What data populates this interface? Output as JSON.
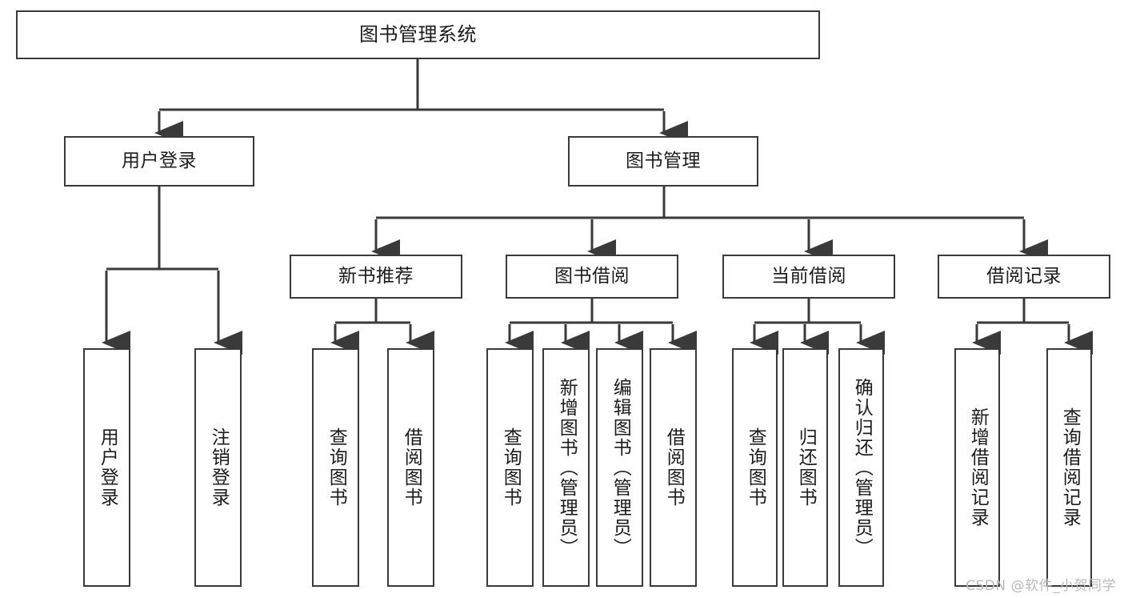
{
  "diagram": {
    "type": "tree",
    "title": "图书管理系统",
    "colors": {
      "box_border": "#3a3a3a",
      "box_fill": "#ffffff",
      "connector": "#3a3a3a",
      "text": "#1c1c1c",
      "watermark": "#b9b9b9",
      "background": "#ffffff"
    },
    "nodes": {
      "root": {
        "label": "图书管理系统"
      },
      "level1": [
        {
          "id": "user-login",
          "label": "用户登录"
        },
        {
          "id": "book-manage",
          "label": "图书管理"
        }
      ],
      "level2": [
        {
          "id": "new-book-rec",
          "label": "新书推荐",
          "parent": "book-manage"
        },
        {
          "id": "book-borrow",
          "label": "图书借阅",
          "parent": "book-manage"
        },
        {
          "id": "current-borrow",
          "label": "当前借阅",
          "parent": "book-manage"
        },
        {
          "id": "borrow-record",
          "label": "借阅记录",
          "parent": "book-manage"
        }
      ],
      "leaves": [
        {
          "id": "leaf-user-login",
          "label": "用户登录",
          "parent": "user-login"
        },
        {
          "id": "leaf-logout",
          "label": "注销登录",
          "parent": "user-login"
        },
        {
          "id": "leaf-query-book-1",
          "label": "查询图书",
          "parent": "new-book-rec"
        },
        {
          "id": "leaf-borrow-book-1",
          "label": "借阅图书",
          "parent": "new-book-rec"
        },
        {
          "id": "leaf-query-book-2",
          "label": "查询图书",
          "parent": "book-borrow"
        },
        {
          "id": "leaf-add-book",
          "label": "新增图书（管理员）",
          "parent": "book-borrow"
        },
        {
          "id": "leaf-edit-book",
          "label": "编辑图书（管理员）",
          "parent": "book-borrow"
        },
        {
          "id": "leaf-borrow-book-2",
          "label": "借阅图书",
          "parent": "book-borrow"
        },
        {
          "id": "leaf-query-book-3",
          "label": "查询图书",
          "parent": "current-borrow"
        },
        {
          "id": "leaf-return-book",
          "label": "归还图书",
          "parent": "current-borrow"
        },
        {
          "id": "leaf-confirm-return",
          "label": "确认归还（管理员）",
          "parent": "current-borrow"
        },
        {
          "id": "leaf-add-record",
          "label": "新增借阅记录",
          "parent": "borrow-record"
        },
        {
          "id": "leaf-query-record",
          "label": "查询借阅记录",
          "parent": "borrow-record"
        }
      ]
    },
    "watermark": "CSDN @软件_小贺同学"
  }
}
